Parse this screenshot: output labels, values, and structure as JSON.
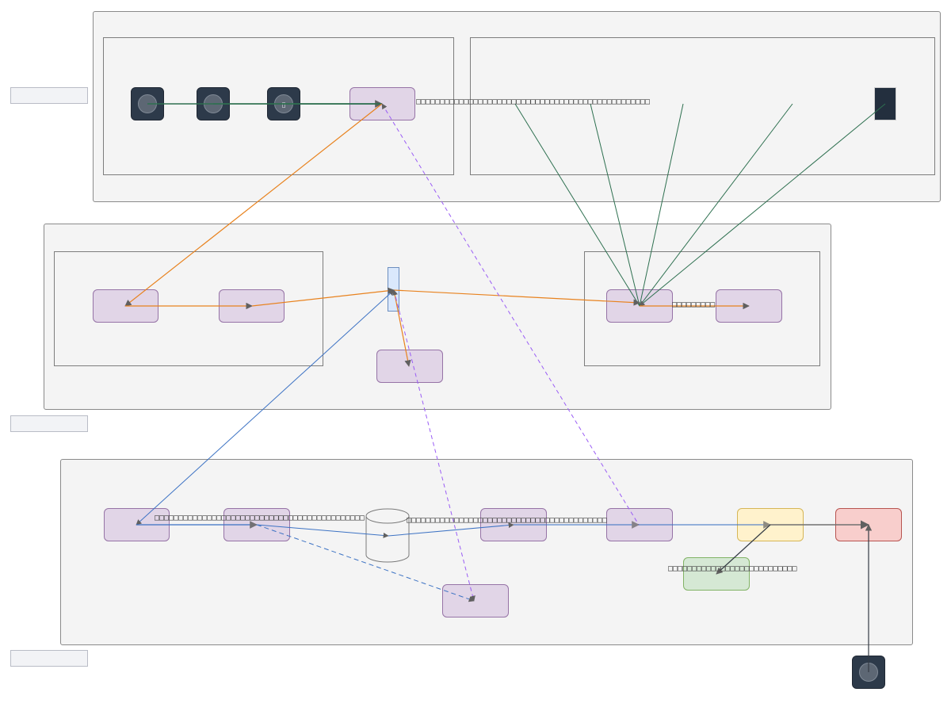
{
  "diagram": {
    "lane_tags": [
      {
        "id": "lane-tag-1",
        "label": ""
      },
      {
        "id": "lane-tag-2",
        "label": ""
      },
      {
        "id": "lane-tag-3",
        "label": ""
      }
    ],
    "groups": [
      {
        "id": "group-top",
        "label": ""
      },
      {
        "id": "group-middle",
        "label": ""
      },
      {
        "id": "group-bottom",
        "label": ""
      }
    ],
    "subgroups": [
      {
        "id": "subgroup-top-left",
        "label": ""
      },
      {
        "id": "subgroup-top-right",
        "label": ""
      },
      {
        "id": "subgroup-middle-left",
        "label": ""
      },
      {
        "id": "subgroup-middle-right",
        "label": ""
      }
    ],
    "actors": [
      {
        "id": "actor-1",
        "glyph": ""
      },
      {
        "id": "actor-2",
        "glyph": ""
      },
      {
        "id": "actor-3",
        "glyph": "▯"
      },
      {
        "id": "actor-bottom",
        "glyph": ""
      }
    ],
    "nodes": [
      {
        "id": "node-top-target",
        "label": "",
        "style": "purple"
      },
      {
        "id": "node-mid-1",
        "label": "",
        "style": "purple"
      },
      {
        "id": "node-mid-2",
        "label": "",
        "style": "purple"
      },
      {
        "id": "node-junction",
        "label": "",
        "style": "blue"
      },
      {
        "id": "node-mid-3",
        "label": "",
        "style": "purple"
      },
      {
        "id": "node-mid-right-1",
        "label": "",
        "style": "purple"
      },
      {
        "id": "node-mid-right-2",
        "label": "",
        "style": "purple"
      },
      {
        "id": "node-bot-1",
        "label": "",
        "style": "purple"
      },
      {
        "id": "node-bot-2",
        "label": "",
        "style": "purple"
      },
      {
        "id": "node-database",
        "label": "",
        "style": "cylinder"
      },
      {
        "id": "node-bot-3",
        "label": "",
        "style": "purple"
      },
      {
        "id": "node-bot-4",
        "label": "",
        "style": "purple"
      },
      {
        "id": "node-bot-lower",
        "label": "",
        "style": "purple"
      },
      {
        "id": "node-warning",
        "label": "",
        "style": "yellow"
      },
      {
        "id": "node-error",
        "label": "",
        "style": "red"
      },
      {
        "id": "node-success",
        "label": "",
        "style": "green"
      }
    ],
    "edge_labels": {
      "top_flow": "□□□□□□□□□□□□□□□□□□□□□□□□□□□□□□□□□□□□□□□□□□□□□□□□□",
      "mid_right": "□□□□□□□□□",
      "bot_1_to_2": "□□□□□□□□□□□□□□□□□□□□□□□□□□□□□□□□□□□□□□□□□□□□",
      "db_to_bot_3": "□□□□□□□□□□□□□□□□□□□□□□□□□□□□□□□□□□□□□□□□□□",
      "warning_to_success": "□□□□□□□□□□□□□□□□□□□□□□□□□□□"
    },
    "terminal": {
      "id": "terminal-block",
      "label": ""
    },
    "colors": {
      "edge_green": "#2e7050",
      "edge_orange": "#e8821e",
      "edge_blue": "#3d73c4",
      "edge_purple_dashed": "#9a5cf5",
      "edge_dark": "#333a44",
      "edge_gray": "#707070",
      "arrowhead": "#606060"
    }
  }
}
